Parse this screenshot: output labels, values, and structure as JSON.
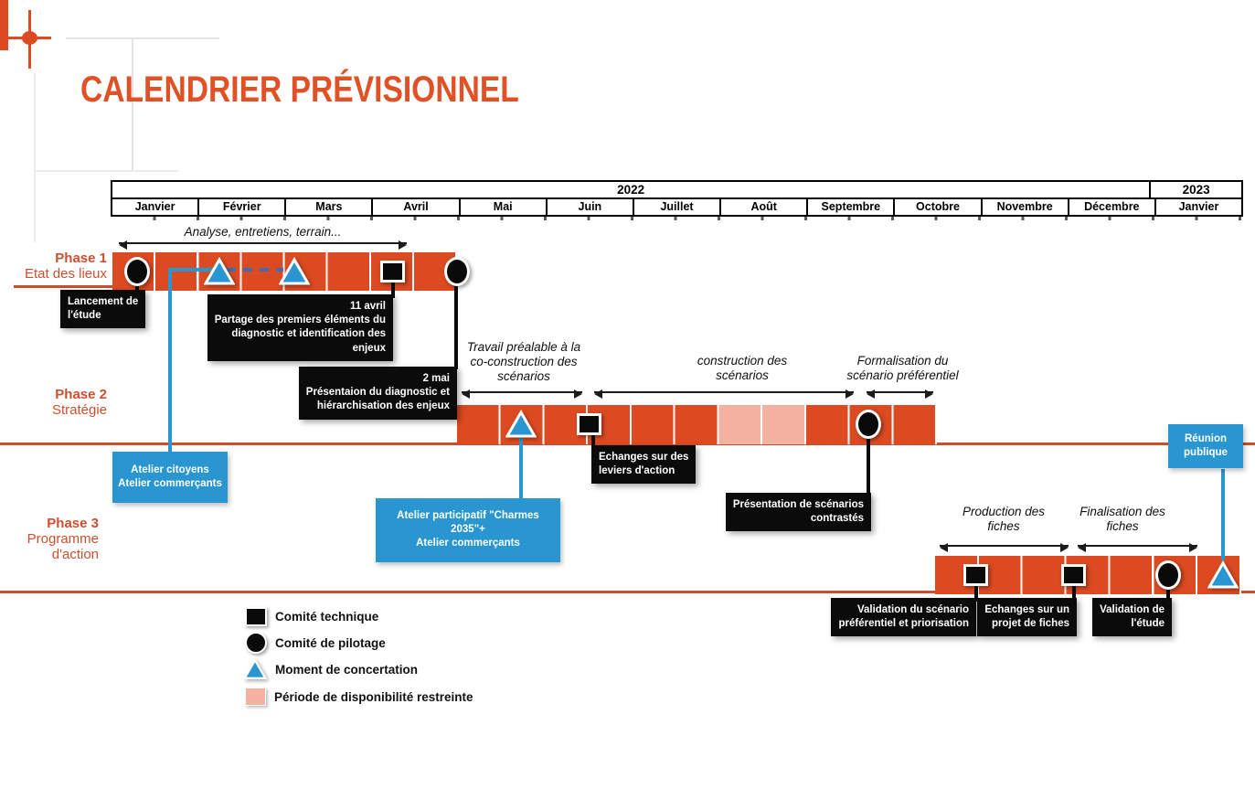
{
  "title": "CALENDRIER PRÉVISIONNEL",
  "colors": {
    "orange": "#DC4A21",
    "pink": "#F4B3A1",
    "blue": "#2996D2",
    "phase_label_orange": "#CE4F2F",
    "title_orange": "#E05226",
    "black": "#0B0B0B"
  },
  "timeline": {
    "year_left": "2022",
    "year_right": "2023",
    "months": [
      "Janvier",
      "Février",
      "Mars",
      "Avril",
      "Mai",
      "Juin",
      "Juillet",
      "Août",
      "Septembre",
      "Octobre",
      "Novembre",
      "Décembre",
      "Janvier"
    ]
  },
  "phases": {
    "p1": {
      "name": "Phase 1",
      "subtitle": "Etat des lieux"
    },
    "p2": {
      "name": "Phase 2",
      "subtitle": "Stratégie"
    },
    "p3": {
      "name": "Phase 3",
      "subtitle": "Programme\nd'action"
    }
  },
  "annotations": {
    "analyse": "Analyse, entretiens, terrain...",
    "travail": "Travail préalable à la\nco-construction des\nscénarios",
    "construction": "construction des\nscénarios",
    "formalisation": "Formalisation du\nscénario préférentiel",
    "production": "Production des\nfiches",
    "finalisation": "Finalisation des\nfiches"
  },
  "black_labels": {
    "lancement": "Lancement de\nl'étude",
    "avril11": "11 avril\nPartage des premiers éléments du\ndiagnostic et identification des\nenjeux",
    "mai2": "2 mai\nPrésentaion du diagnostic et\nhiérarchisation des enjeux",
    "leviers": "Echanges sur des\nleviers d'action",
    "contrastes": "Présentation de scénarios\ncontrastés",
    "validation_scenario": "Validation du scénario\npréférentiel et priorisation",
    "echanges_fiches": "Echanges sur un\nprojet de fiches",
    "validation_etude": "Validation de\nl'étude"
  },
  "blue_labels": {
    "atelier_citoyens": "Atelier citoyens\nAtelier commerçants",
    "atelier_participatif": "Atelier participatif \"Charmes 2035\"+\nAtelier commerçants",
    "reunion": "Réunion\npublique"
  },
  "legend": {
    "comite_technique": "Comité technique",
    "comite_pilotage": "Comité de pilotage",
    "concertation": "Moment de concertation",
    "disponibilite": "Période de disponibilité restreinte"
  },
  "chart_data": {
    "type": "gantt",
    "title": "CALENDRIER PRÉVISIONNEL",
    "time_axis": {
      "unit": "month",
      "start": "2022-01",
      "end": "2023-01",
      "labels": [
        "Janvier 2022",
        "Février",
        "Mars",
        "Avril",
        "Mai",
        "Juin",
        "Juillet",
        "Août",
        "Septembre",
        "Octobre",
        "Novembre",
        "Décembre",
        "Janvier 2023"
      ]
    },
    "phases": [
      {
        "name": "Phase 1 - Etat des lieux",
        "start": "2022-01-01",
        "end": "2022-04-30",
        "activity": "Analyse, entretiens, terrain..."
      },
      {
        "name": "Phase 2 - Stratégie",
        "start": "2022-05-01",
        "end": "2022-10-15",
        "sub_periods": [
          {
            "label": "Travail préalable à la co-construction des scénarios",
            "start": "2022-05-01",
            "end": "2022-06-15"
          },
          {
            "label": "construction des scénarios",
            "start": "2022-06-15",
            "end": "2022-09-15"
          },
          {
            "label": "Formalisation du scénario préférentiel",
            "start": "2022-09-15",
            "end": "2022-10-15"
          }
        ],
        "restricted_availability": {
          "start": "2022-08-01",
          "end": "2022-08-31"
        }
      },
      {
        "name": "Phase 3 - Programme d'action",
        "start": "2022-10-15",
        "end": "2023-01-31",
        "sub_periods": [
          {
            "label": "Production des fiches",
            "start": "2022-10-15",
            "end": "2022-12-01"
          },
          {
            "label": "Finalisation des fiches",
            "start": "2022-12-01",
            "end": "2023-01-15"
          }
        ]
      }
    ],
    "milestones": [
      {
        "type": "Comité de pilotage",
        "approx_date": "2022-01",
        "label": "Lancement de l'étude"
      },
      {
        "type": "Moment de concertation",
        "approx_date": "2022-02",
        "label": "Atelier citoyens / Atelier commerçants"
      },
      {
        "type": "Moment de concertation",
        "approx_date": "2022-03",
        "label": "Atelier citoyens / Atelier commerçants"
      },
      {
        "type": "Comité technique",
        "approx_date": "2022-04-11",
        "label": "Partage des premiers éléments du diagnostic et identification des enjeux"
      },
      {
        "type": "Comité de pilotage",
        "approx_date": "2022-05-02",
        "label": "Présentaion du diagnostic et hiérarchisation des enjeux"
      },
      {
        "type": "Moment de concertation",
        "approx_date": "2022-05",
        "label": "Atelier participatif \"Charmes 2035\" + Atelier commerçants"
      },
      {
        "type": "Comité technique",
        "approx_date": "2022-06",
        "label": "Echanges sur des leviers d'action"
      },
      {
        "type": "Comité de pilotage",
        "approx_date": "2022-09",
        "label": "Présentation de scénarios contrastés"
      },
      {
        "type": "Comité technique",
        "approx_date": "2022-11",
        "label": "Validation du scénario préférentiel et priorisation"
      },
      {
        "type": "Comité technique",
        "approx_date": "2022-12",
        "label": "Echanges sur un projet de fiches"
      },
      {
        "type": "Comité de pilotage",
        "approx_date": "2023-01",
        "label": "Validation de l'étude"
      },
      {
        "type": "Moment de concertation",
        "approx_date": "2023-01",
        "label": "Réunion publique"
      }
    ],
    "legend": [
      "Comité technique",
      "Comité de pilotage",
      "Moment de concertation",
      "Période de disponibilité restreinte"
    ]
  }
}
